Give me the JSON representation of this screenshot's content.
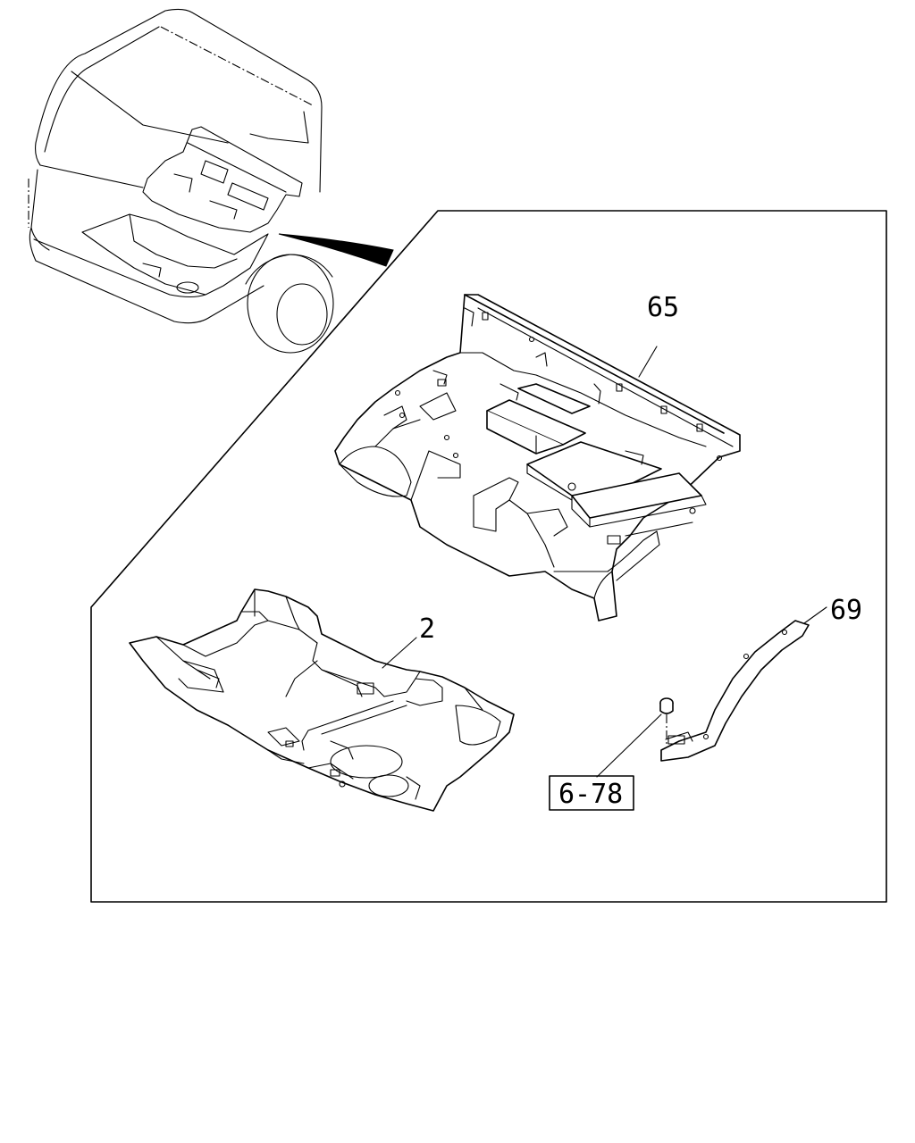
{
  "callouts": {
    "part_65": "65",
    "part_2": "2",
    "part_69": "69",
    "ref_6_78": "6-78"
  }
}
